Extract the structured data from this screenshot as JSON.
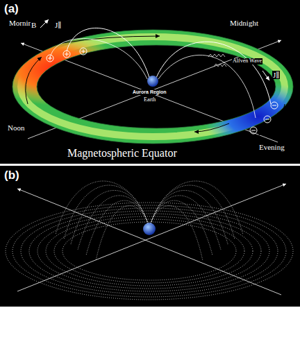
{
  "diagram": {
    "labels": [
      "(a)",
      "Morning",
      "B",
      "J∥",
      "Midnight",
      "Aurora Region",
      "Earth",
      "Alfvén Wave",
      "J∥",
      "Noon",
      "Evening",
      "Magnetospheric Equator",
      "(b)"
    ]
  }
}
